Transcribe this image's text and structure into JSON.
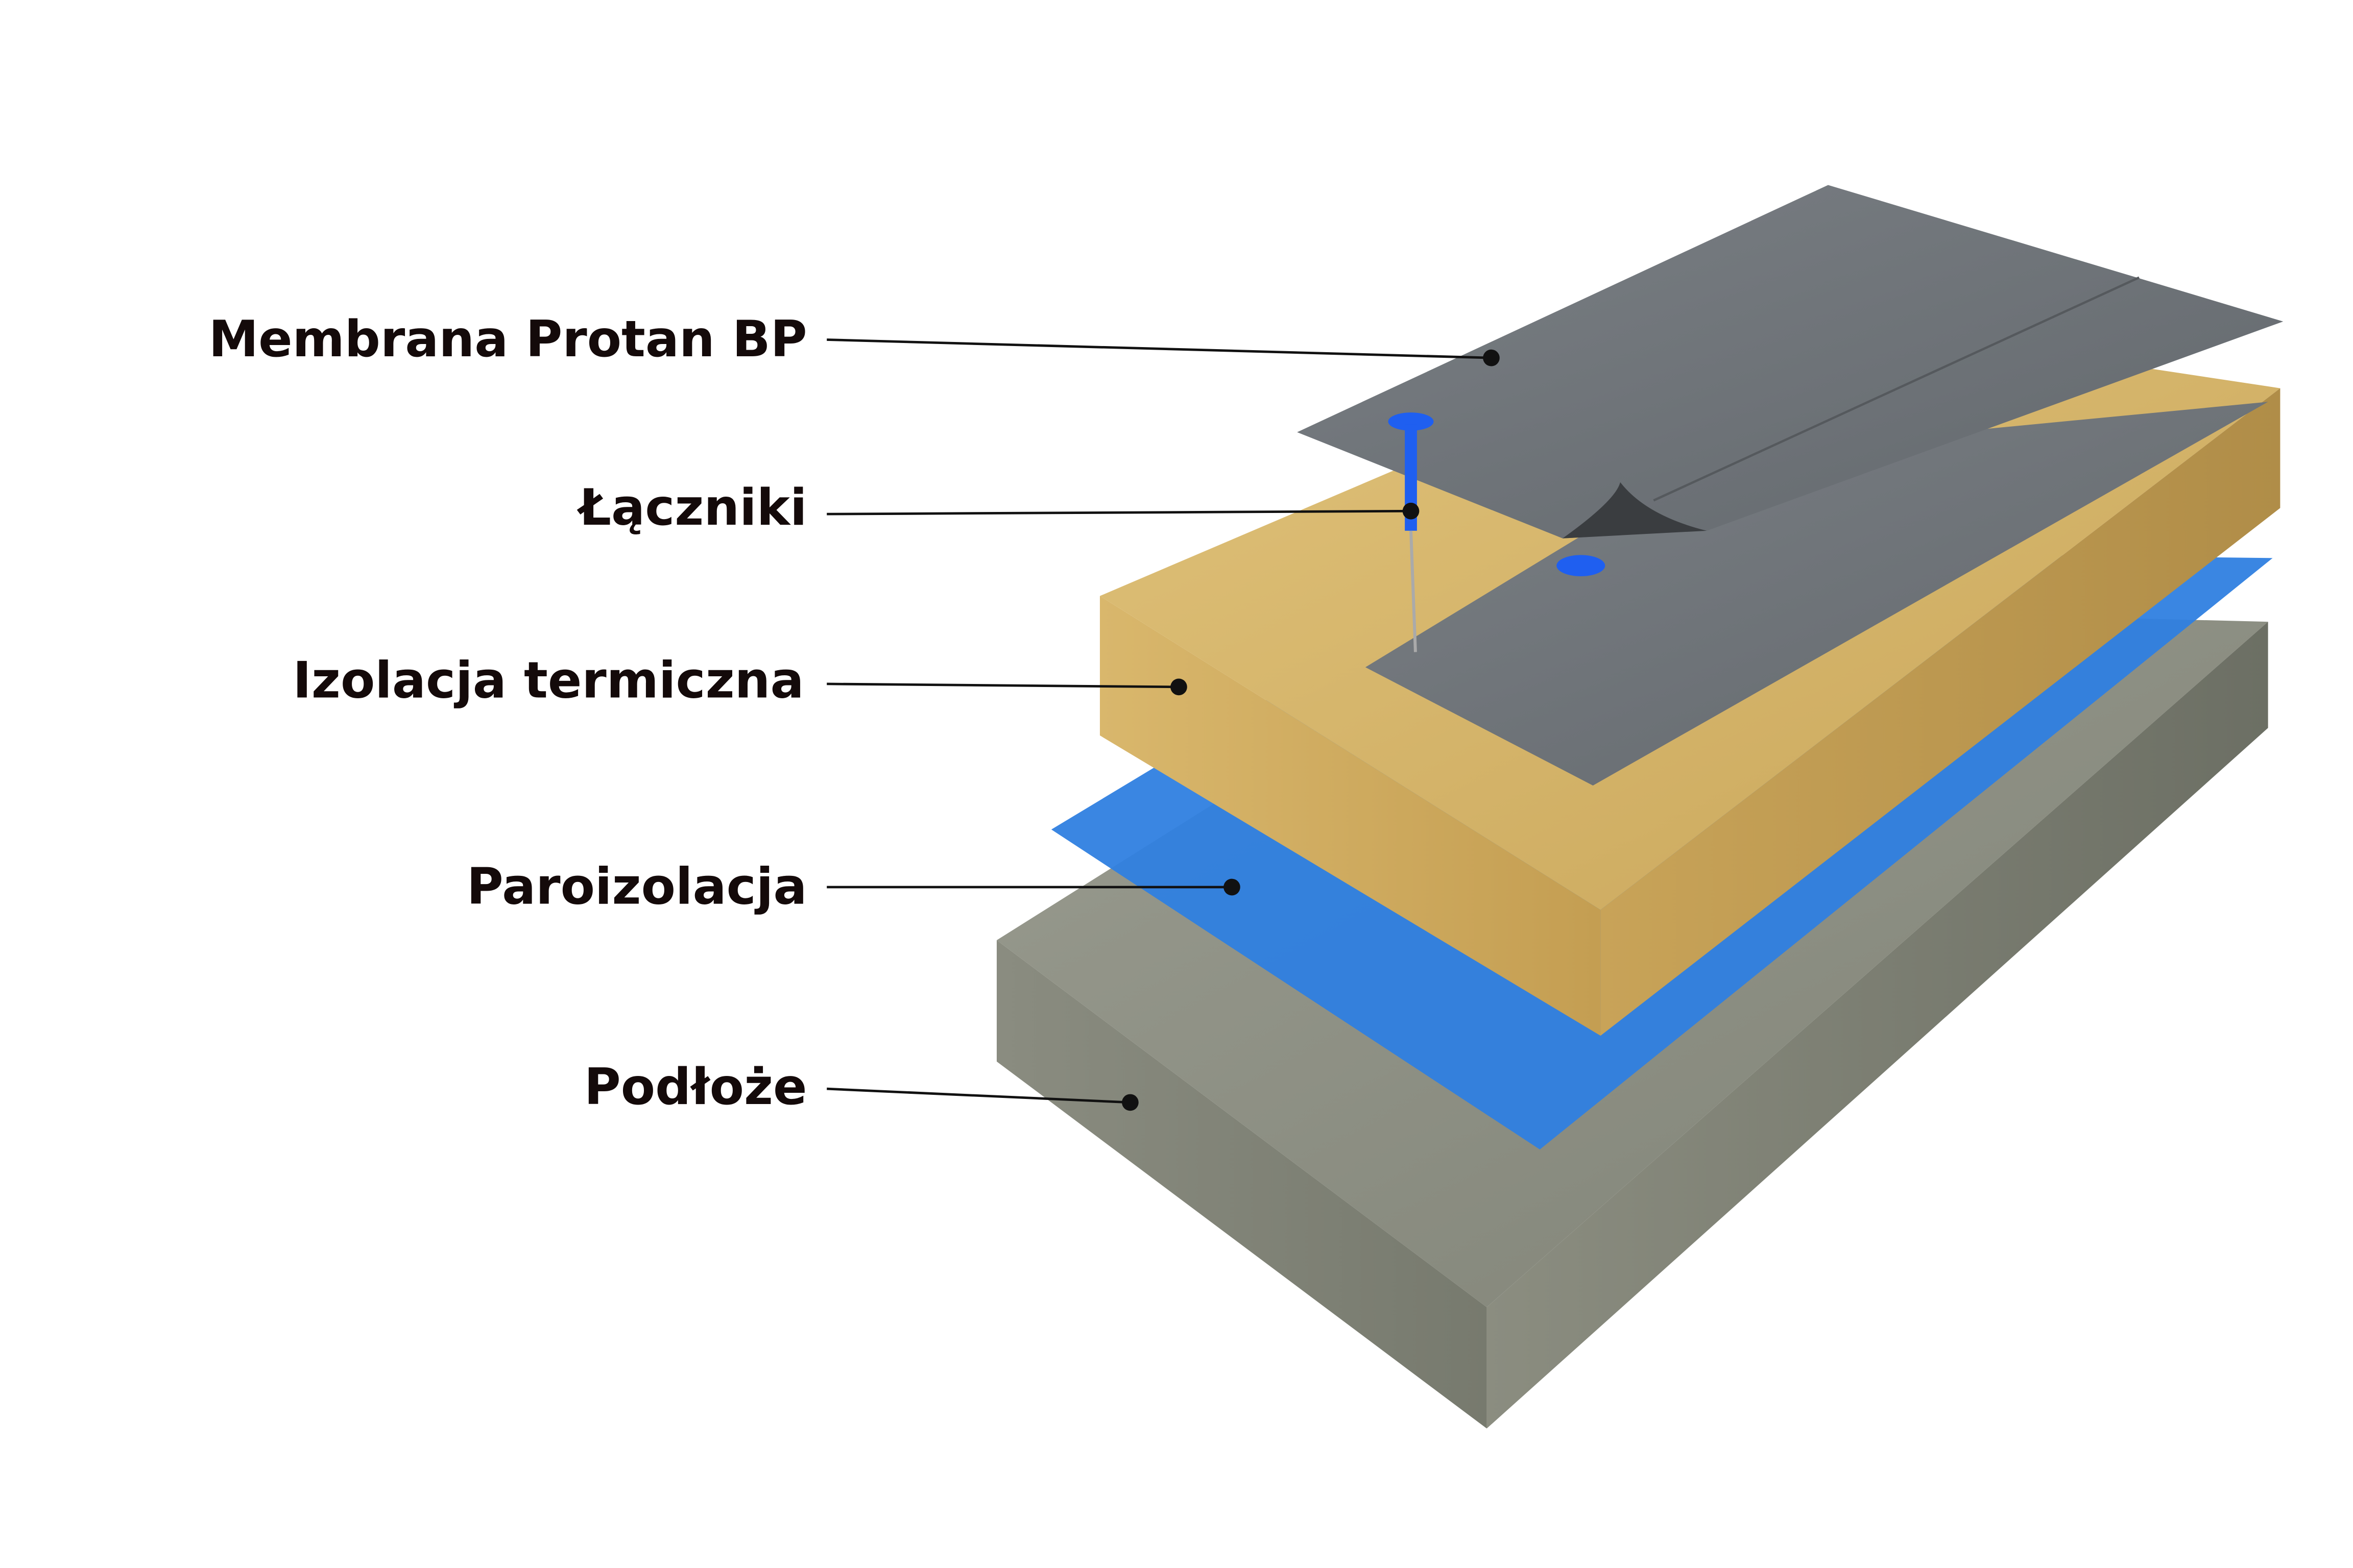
{
  "labels": [
    {
      "id": "membrane",
      "text": "Membrana Protan BP"
    },
    {
      "id": "fasteners",
      "text": "Łączniki"
    },
    {
      "id": "insulation",
      "text": "Izolacja termiczna"
    },
    {
      "id": "vapour",
      "text": "Paroizolacja"
    },
    {
      "id": "substrate",
      "text": "Podłoże"
    }
  ],
  "colors": {
    "membrane": "#6d7276",
    "insulation": "#c9a85a",
    "vapour": "#2f7fe0",
    "substrate": "#8d9083",
    "fastener": "#1f5ff0",
    "text": "#140a0a"
  }
}
